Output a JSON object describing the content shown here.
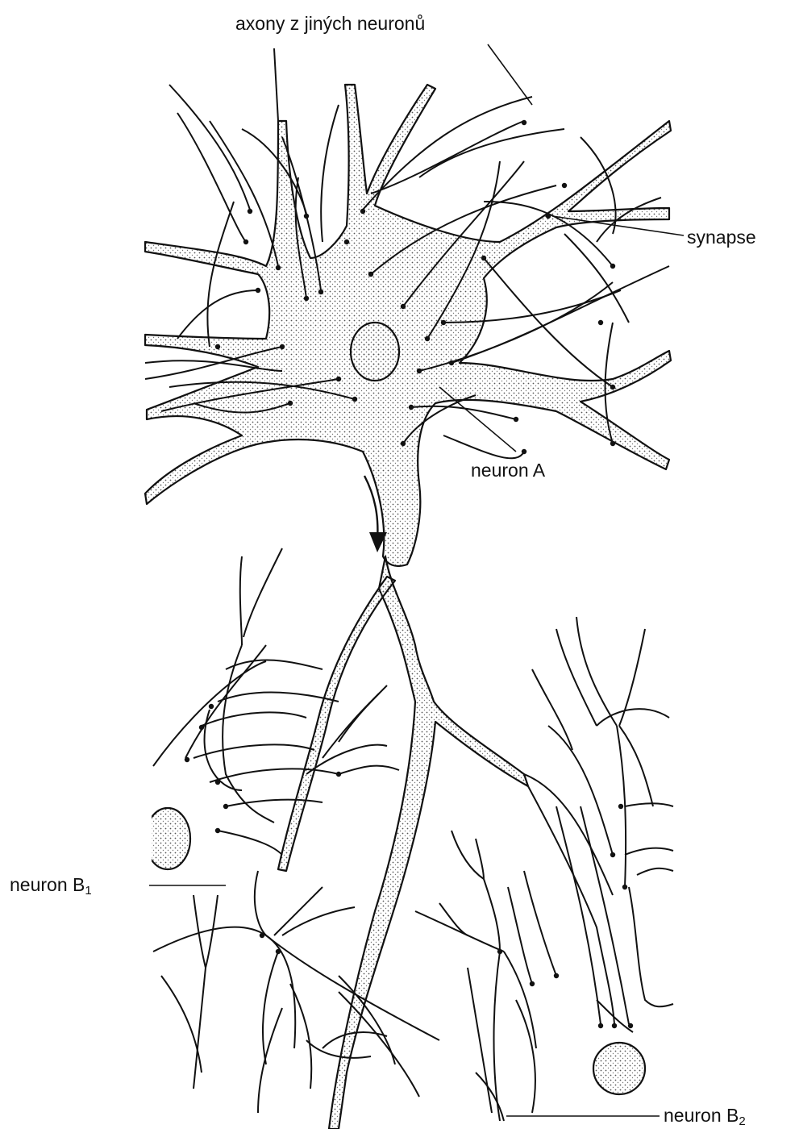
{
  "labels": {
    "axons": "axony z jiných neuronů",
    "synapse": "synapse",
    "neuron_a": "neuron A",
    "neuron_b1_main": "neuron B",
    "neuron_b1_sub": "1",
    "neuron_b2_main": "neuron B",
    "neuron_b2_sub": "2"
  },
  "colors": {
    "ink": "#111111",
    "stipple": "#7a7a7a",
    "background": "#ffffff"
  }
}
